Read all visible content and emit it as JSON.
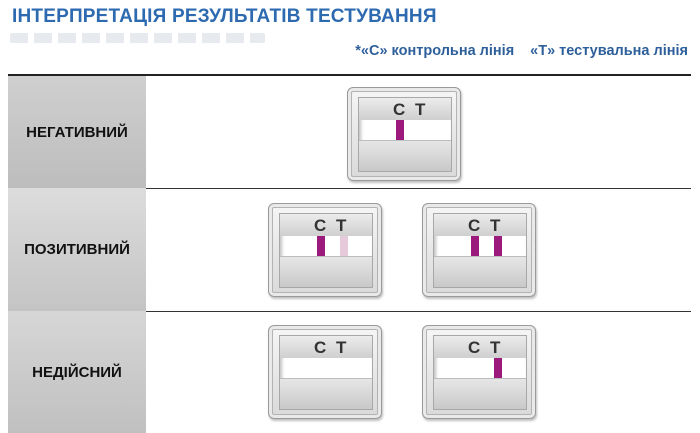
{
  "header": {
    "title": "ІНТЕРПРЕТАЦІЯ РЕЗУЛЬТАТІВ ТЕСТУВАННЯ",
    "legend_c": "*«С» контрольна лінія",
    "legend_t": "«Т» тестувальна лінія"
  },
  "rows": [
    {
      "label": "НЕГАТИВНИЙ"
    },
    {
      "label": "ПОЗИТИВНИЙ"
    },
    {
      "label": "НЕДІЙСНИЙ"
    }
  ],
  "cassette": {
    "c_letter": "C",
    "t_letter": "T"
  },
  "colors": {
    "title": "#2d6ab0",
    "line": "#9c1a7b",
    "faint_line": "#e7c9dc"
  }
}
